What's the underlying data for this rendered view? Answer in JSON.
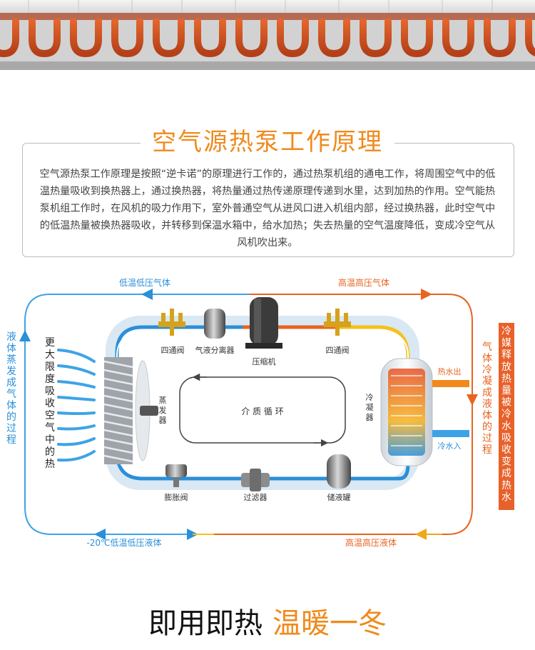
{
  "title": "空气源热泵工作原理",
  "description": "空气源热泵工作原理是按照“逆卡诺”的原理进行工作的，通过热泵机组的通电工作，将周围空气中的低温热量吸收到换热器上，通过换热器，将热量通过热传递原理传递到水里，达到加热的作用。空气能热泵机组工作时，在风机的吸力作用下，室外普通空气从进风口进入机组内部，经过换热器，此时空气中的低温热量被换热器吸收，并转移到保温水箱中，给水加热；失去热量的空气温度降低，变成冷空气从风机吹出来。",
  "diagram": {
    "top_left_flow": "低温低压气体",
    "top_right_flow": "高温高压气体",
    "bottom_left_flow": "-20℃低温低压液体",
    "bottom_right_flow": "高温高压液体",
    "left_vertical": "液体蒸发成气体的过程",
    "inner_left_vertical": "更大限度吸收空气中的热",
    "right_inner_vertical": "气体冷凝成液体的过程",
    "right_outer_vertical": "冷媒释放热量被冷水吸收变成热水",
    "four_way_valve_1": "四通阀",
    "gas_liquid_separator": "气液分离器",
    "compressor": "压缩机",
    "four_way_valve_2": "四通阀",
    "evaporator": "蒸发器",
    "condenser": "冷凝器",
    "medium_cycle": "介 质 循 环",
    "hot_water_out": "热水出",
    "cold_water_in": "冷水入",
    "expansion_valve": "膨胀阀",
    "filter": "过滤器",
    "liquid_tank": "储液罐"
  },
  "slogan": {
    "part1": "即用即热",
    "part2": "温暖一冬"
  },
  "colors": {
    "accent_orange": "#f08a1c",
    "flow_blue": "#2b8fd9",
    "flow_orange": "#e86420",
    "flow_yellow": "#f5c11a"
  }
}
